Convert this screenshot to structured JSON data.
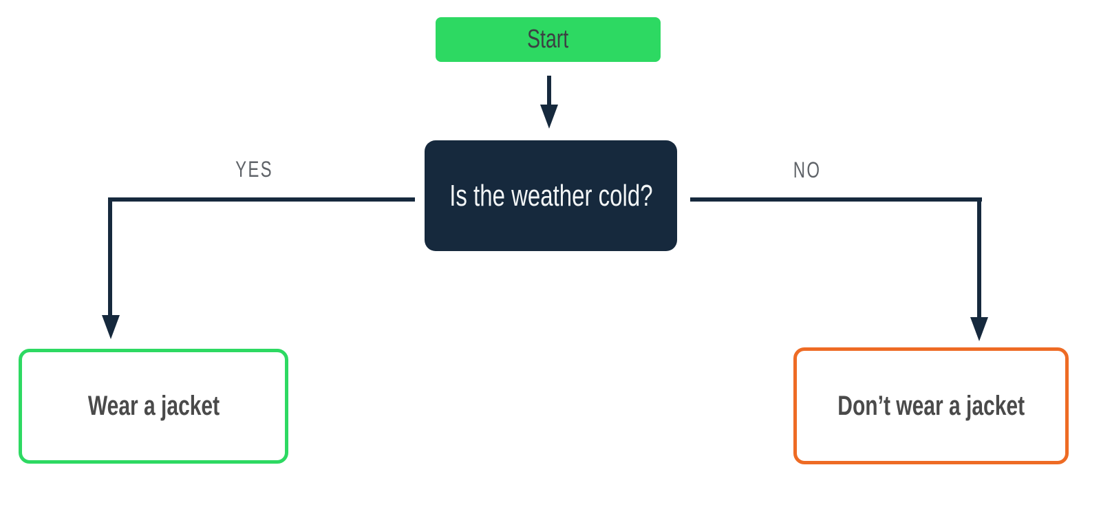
{
  "diagram": {
    "background_color": "#ffffff",
    "line_color": "#16293d",
    "nodes": {
      "start": {
        "label": "Start",
        "fill_color": "#2dd962",
        "text_color": "#3c4043"
      },
      "decision": {
        "label": "Is the weather cold?",
        "fill_color": "#16293d",
        "text_color": "#f2f5f6"
      },
      "yes_result": {
        "label": "Wear a jacket",
        "border_color": "#2dd962",
        "fill_color": "#ffffff",
        "text_color": "#4a4a4a"
      },
      "no_result": {
        "label": "Don’t wear a jacket",
        "border_color": "#ee6b24",
        "fill_color": "#ffffff",
        "text_color": "#4a4a4a"
      }
    },
    "edges": {
      "yes_label": "YES",
      "no_label": "NO",
      "label_color": "#5f6368"
    }
  }
}
